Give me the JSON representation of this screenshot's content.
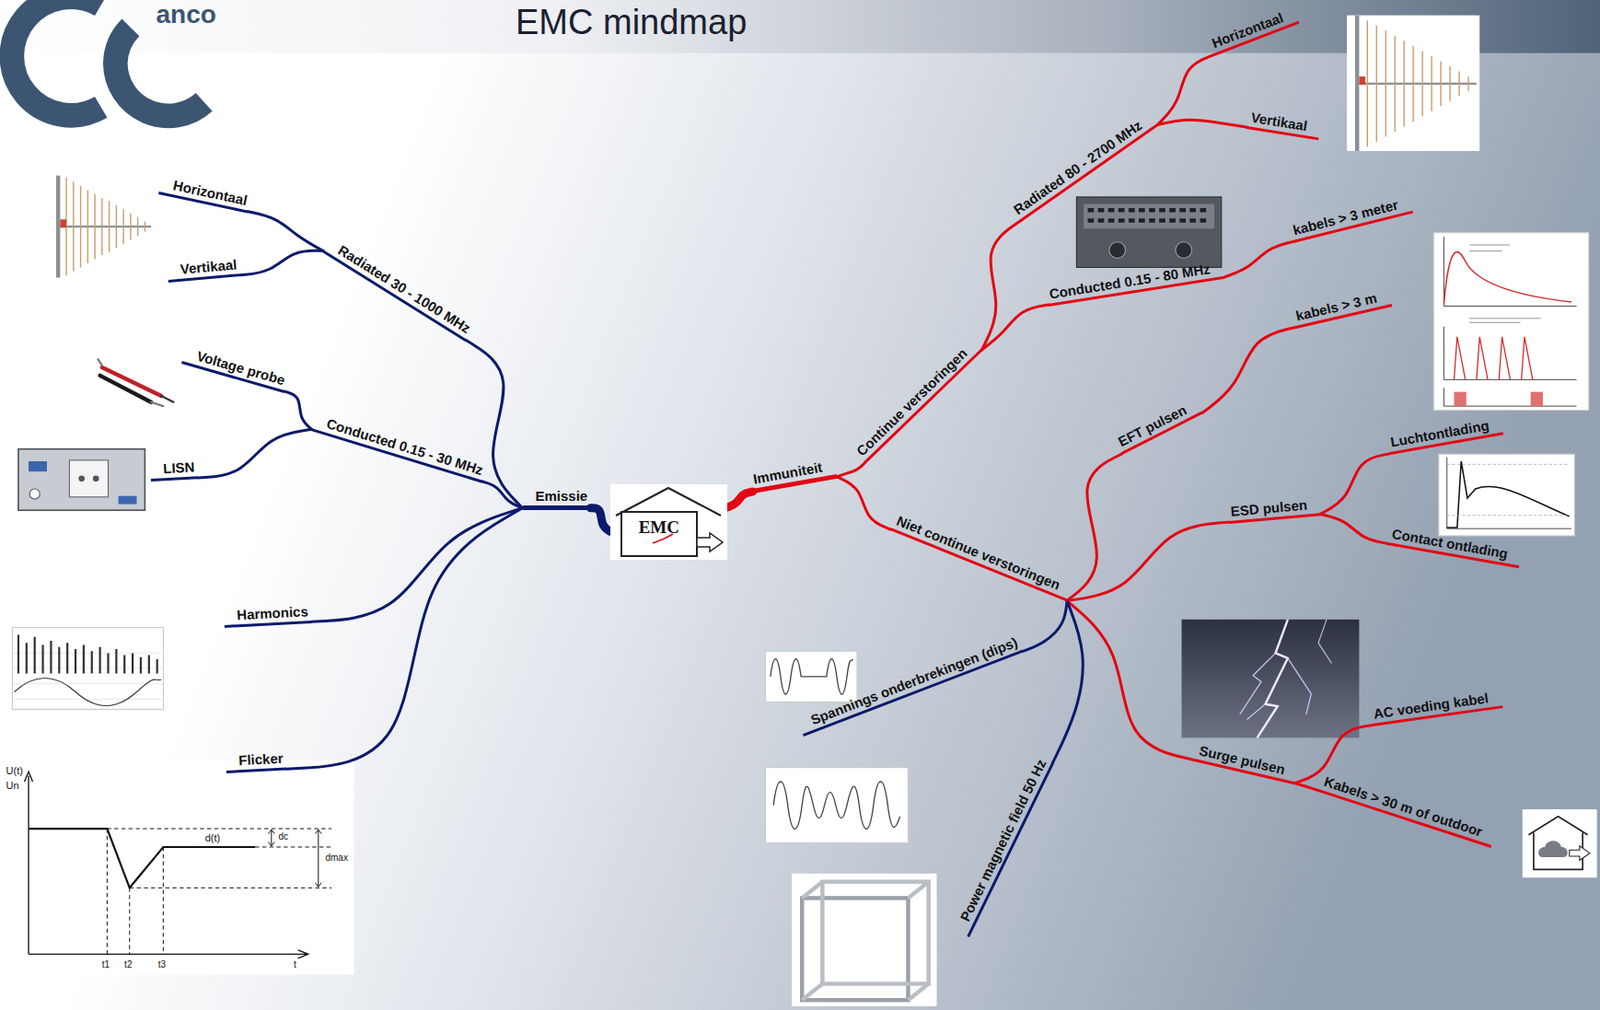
{
  "diagram": {
    "title": "EMC mindmap",
    "nodes": [
      {
        "text": [
          "EMC"
        ]
      },
      {
        "text": [
          "Emissie"
        ]
      },
      {
        "text": [
          "Radiated 30 - 1000 MHz"
        ]
      },
      {
        "text": [
          "Horizontaal"
        ]
      },
      {
        "text": [
          "Vertikaal"
        ]
      },
      {
        "text": [
          "Conducted 0.15 - 30 MHz"
        ]
      },
      {
        "text": [
          "Voltage probe"
        ]
      },
      {
        "text": [
          "LISN"
        ]
      },
      {
        "text": [
          "Harmonics"
        ]
      },
      {
        "text": [
          "Flicker"
        ]
      },
      {
        "text": [
          "Immuniteit"
        ]
      },
      {
        "text": [
          "Continue verstoringen"
        ]
      },
      {
        "text": [
          "Radiated 80 - 2700 MHz"
        ]
      },
      {
        "text": [
          "Horizontaal"
        ]
      },
      {
        "text": [
          "Vertikaal"
        ]
      },
      {
        "text": [
          "Conducted 0.15 - 80 MHz"
        ]
      },
      {
        "text": [
          "kabels > 3 meter"
        ]
      },
      {
        "text": [
          "Niet continue verstoringen"
        ]
      },
      {
        "text": [
          "EFT pulsen"
        ]
      },
      {
        "text": [
          "kabels > 3 m"
        ]
      },
      {
        "text": [
          "ESD pulsen"
        ]
      },
      {
        "text": [
          "Luchtontlading"
        ]
      },
      {
        "text": [
          "Contact ontlading"
        ]
      },
      {
        "text": [
          "Surge pulsen"
        ]
      },
      {
        "text": [
          "AC voeding kabel"
        ]
      },
      {
        "text": [
          "Kabels > 30 m of outdoor"
        ]
      },
      {
        "text": [
          "Spannings onderbrekingen (dips)"
        ]
      },
      {
        "text": [
          "Power magnetic field 50 Hz"
        ]
      }
    ],
    "edges": [
      {
        "from": 0,
        "to": 1,
        "arrow": "none"
      },
      {
        "from": 1,
        "to": 2,
        "arrow": "none"
      },
      {
        "from": 2,
        "to": 3,
        "arrow": "none"
      },
      {
        "from": 2,
        "to": 4,
        "arrow": "none"
      },
      {
        "from": 1,
        "to": 5,
        "arrow": "none"
      },
      {
        "from": 5,
        "to": 6,
        "arrow": "none"
      },
      {
        "from": 5,
        "to": 7,
        "arrow": "none"
      },
      {
        "from": 1,
        "to": 8,
        "arrow": "none"
      },
      {
        "from": 1,
        "to": 9,
        "arrow": "none"
      },
      {
        "from": 0,
        "to": 10,
        "arrow": "none"
      },
      {
        "from": 10,
        "to": 11,
        "arrow": "none"
      },
      {
        "from": 11,
        "to": 12,
        "arrow": "none"
      },
      {
        "from": 12,
        "to": 13,
        "arrow": "none"
      },
      {
        "from": 12,
        "to": 14,
        "arrow": "none"
      },
      {
        "from": 11,
        "to": 15,
        "arrow": "none"
      },
      {
        "from": 15,
        "to": 16,
        "arrow": "none"
      },
      {
        "from": 10,
        "to": 17,
        "arrow": "none"
      },
      {
        "from": 17,
        "to": 18,
        "arrow": "none"
      },
      {
        "from": 18,
        "to": 19,
        "arrow": "none"
      },
      {
        "from": 17,
        "to": 20,
        "arrow": "none"
      },
      {
        "from": 20,
        "to": 21,
        "arrow": "none"
      },
      {
        "from": 20,
        "to": 22,
        "arrow": "none"
      },
      {
        "from": 17,
        "to": 23,
        "arrow": "none"
      },
      {
        "from": 23,
        "to": 24,
        "arrow": "none"
      },
      {
        "from": 23,
        "to": 25,
        "arrow": "none"
      },
      {
        "from": 17,
        "to": 26,
        "arrow": "none"
      },
      {
        "from": 17,
        "to": 27,
        "arrow": "none"
      }
    ],
    "labels": [
      "anco",
      "U(t)",
      "Un",
      "d(t)",
      "dc",
      "dmax",
      "t1",
      "t2",
      "t3",
      "t"
    ]
  }
}
